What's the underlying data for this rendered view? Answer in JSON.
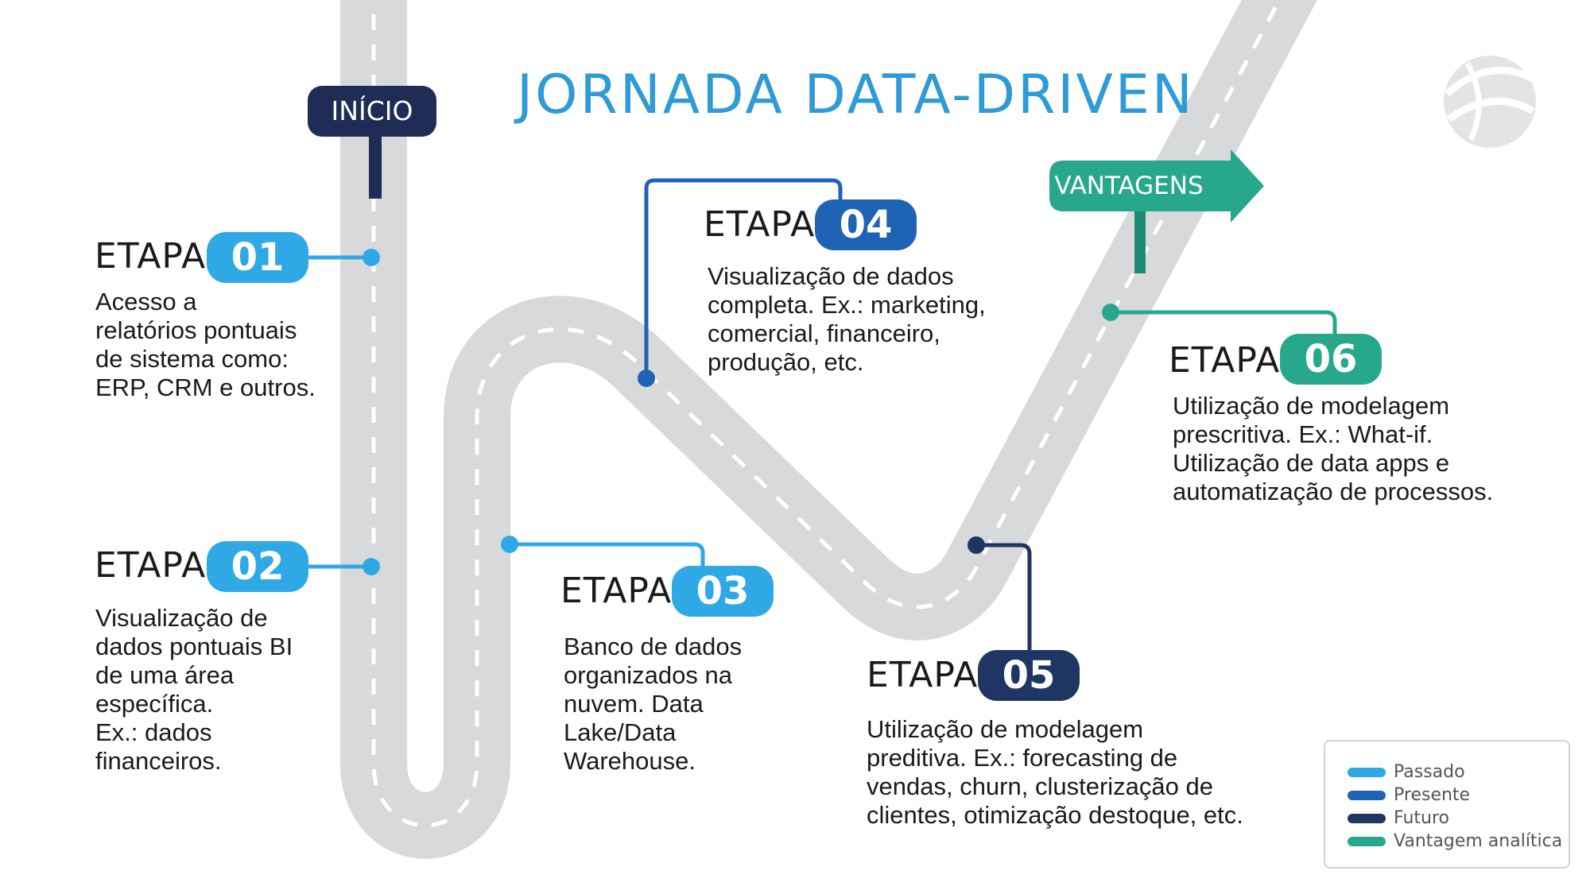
{
  "title": "JORNADA DATA-DRIVEN",
  "signs": {
    "start": "INÍCIO",
    "advantages": "VANTAGENS"
  },
  "colors": {
    "past": "#2fa9e6",
    "present": "#1f63b5",
    "future": "#1f3563",
    "advantage": "#27a88c",
    "road": "#d8d9db"
  },
  "stages": [
    {
      "label": "ETAPA",
      "number": "01",
      "lines": [
        "Acesso a",
        "relatórios pontuais",
        "de sistema como:",
        "ERP, CRM e outros."
      ]
    },
    {
      "label": "ETAPA",
      "number": "02",
      "lines": [
        "Visualização de",
        "dados pontuais BI",
        "de uma área",
        "específica.",
        "Ex.: dados",
        "financeiros."
      ]
    },
    {
      "label": "ETAPA",
      "number": "03",
      "lines": [
        "Banco de dados",
        "organizados na",
        "nuvem. Data",
        "Lake/Data",
        "Warehouse."
      ]
    },
    {
      "label": "ETAPA",
      "number": "04",
      "lines": [
        "Visualização de dados",
        "completa. Ex.: marketing,",
        "comercial, financeiro,",
        "produção, etc."
      ]
    },
    {
      "label": "ETAPA",
      "number": "05",
      "lines": [
        "Utilização de modelagem",
        "preditiva. Ex.: forecasting de",
        "vendas, churn, clusterização de",
        "clientes, otimização destoque, etc."
      ]
    },
    {
      "label": "ETAPA",
      "number": "06",
      "lines": [
        "Utilização de modelagem",
        "prescritiva. Ex.: What-if.",
        "Utilização de data apps e",
        "automatização de processos."
      ]
    }
  ],
  "legend": [
    {
      "label": "Passado",
      "color": "#2fa9e6"
    },
    {
      "label": "Presente",
      "color": "#1f63b5"
    },
    {
      "label": "Futuro",
      "color": "#1f3563"
    },
    {
      "label": "Vantagem analítica",
      "color": "#27a88c"
    }
  ]
}
